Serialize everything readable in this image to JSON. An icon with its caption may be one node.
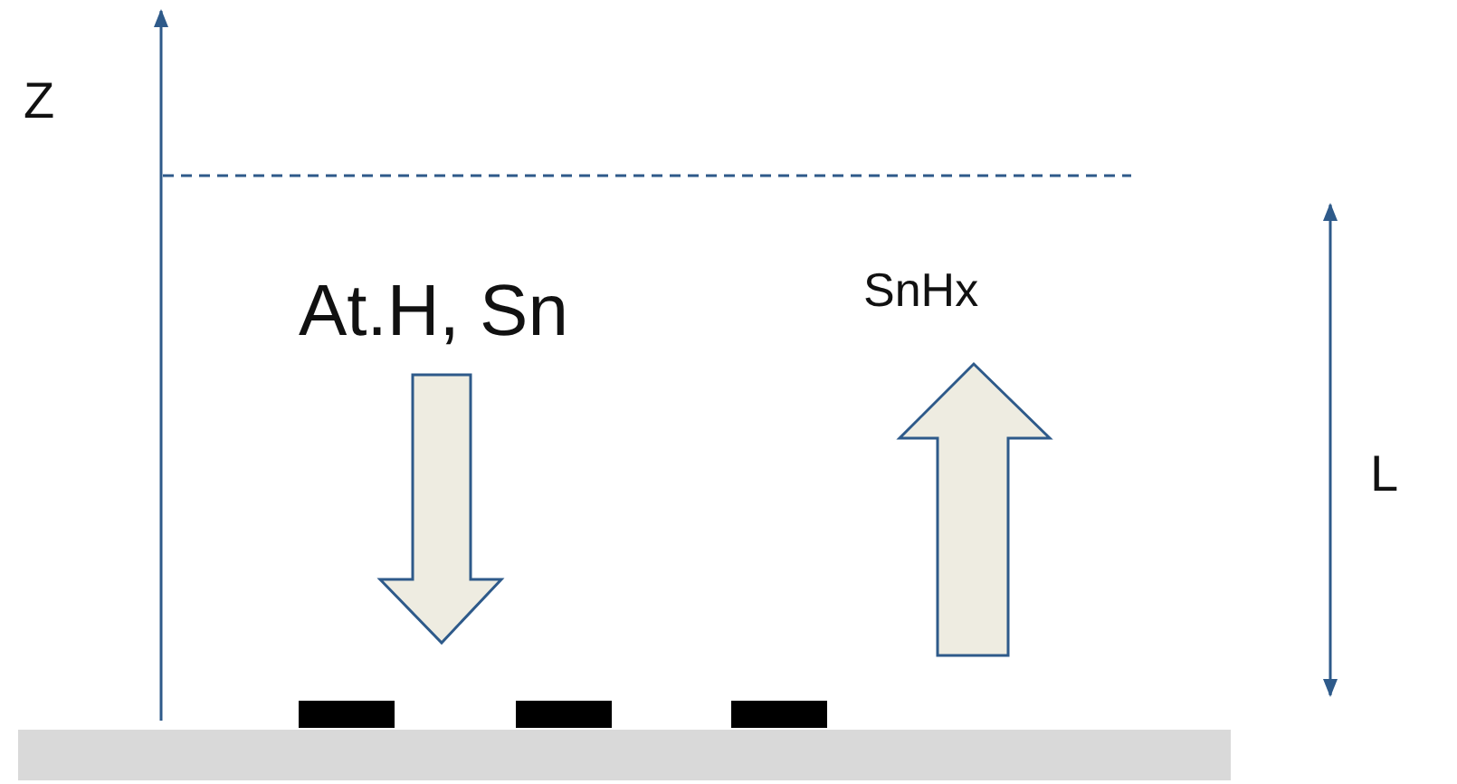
{
  "diagram": {
    "labels": [
      "Z",
      "At.H, Sn",
      "SnHx",
      "L"
    ]
  }
}
